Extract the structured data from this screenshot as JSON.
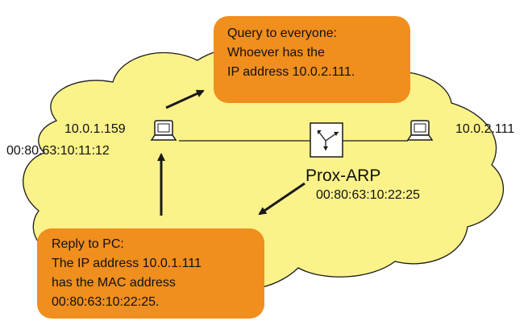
{
  "colors": {
    "cloud": "#fbf28a",
    "callout": "#f08e1e",
    "stroke": "#1a1a1a"
  },
  "nodes": {
    "left_pc": {
      "ip": "10.0.1.159",
      "mac": "00:80:63:10:11:12",
      "icon": "laptop-icon"
    },
    "right_pc": {
      "ip": "10.0.2.111",
      "icon": "laptop-icon"
    },
    "router": {
      "label": "Prox-ARP",
      "mac": "00:80:63:10:22:25",
      "icon": "router-icon"
    }
  },
  "query_callout": {
    "lines": [
      "Query to everyone:",
      "Whoever has the",
      "IP address 10.0.2.111."
    ]
  },
  "reply_callout": {
    "lines": [
      "Reply to PC:",
      "The IP address 10.0.1.111",
      "has the MAC address",
      "00:80:63:10:22:25."
    ]
  }
}
